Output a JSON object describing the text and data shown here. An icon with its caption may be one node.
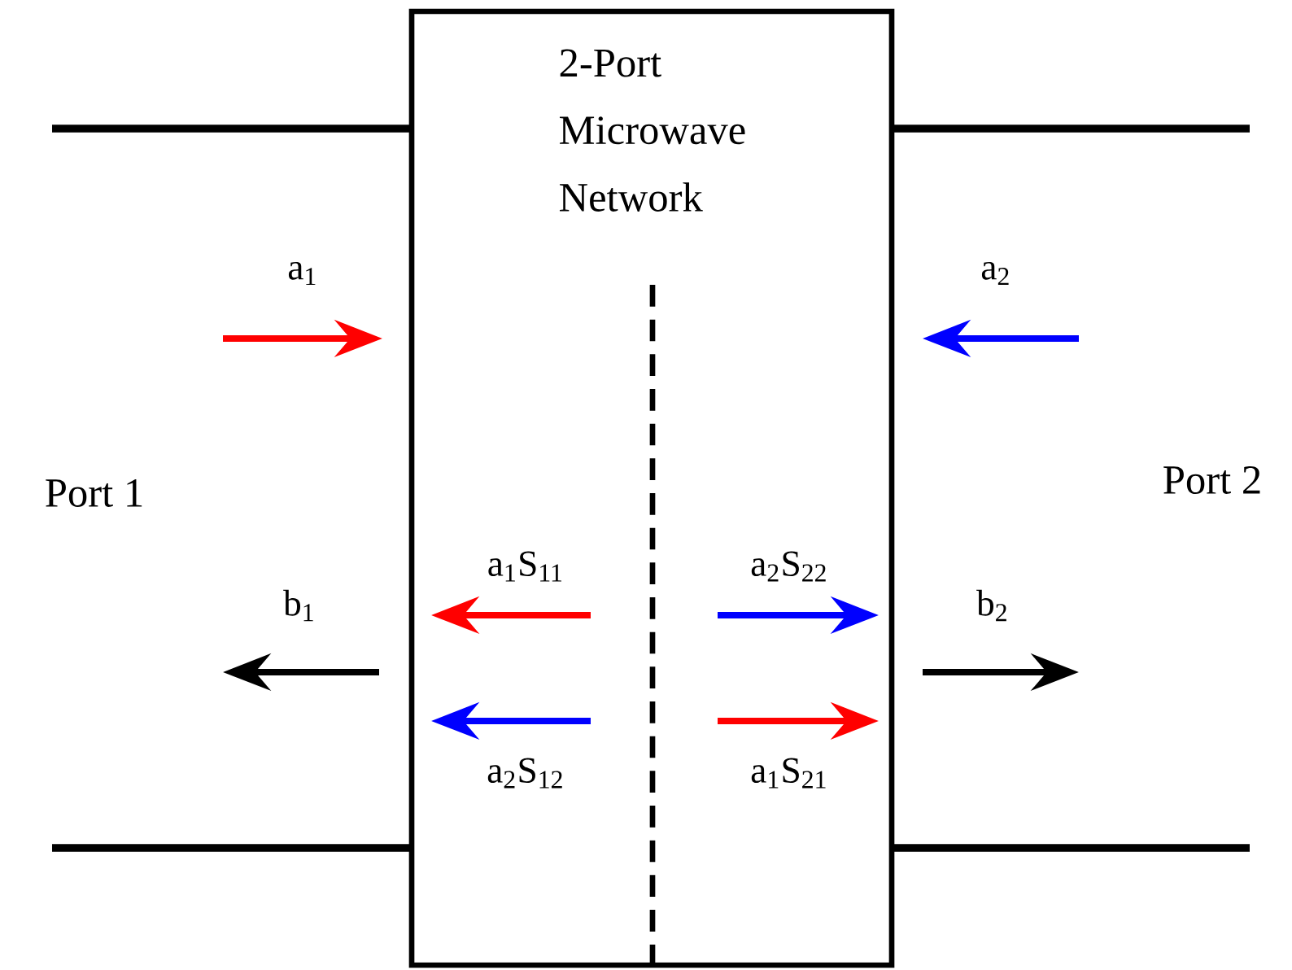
{
  "diagram": {
    "nodes": [
      {
        "text": [
          "2-Port Microwave Network"
        ]
      }
    ],
    "labels": [
      "a$_{1}$",
      "a$_{2}$",
      "Port 1",
      "Port 2",
      "a$_{1}$S$_{11}$",
      "a$_{2}$S$_{22}$",
      "b$_{1}$",
      "b$_{2}$",
      "a$_{2}$S$_{12}$",
      "a$_{1}$S$_{21}$"
    ]
  }
}
